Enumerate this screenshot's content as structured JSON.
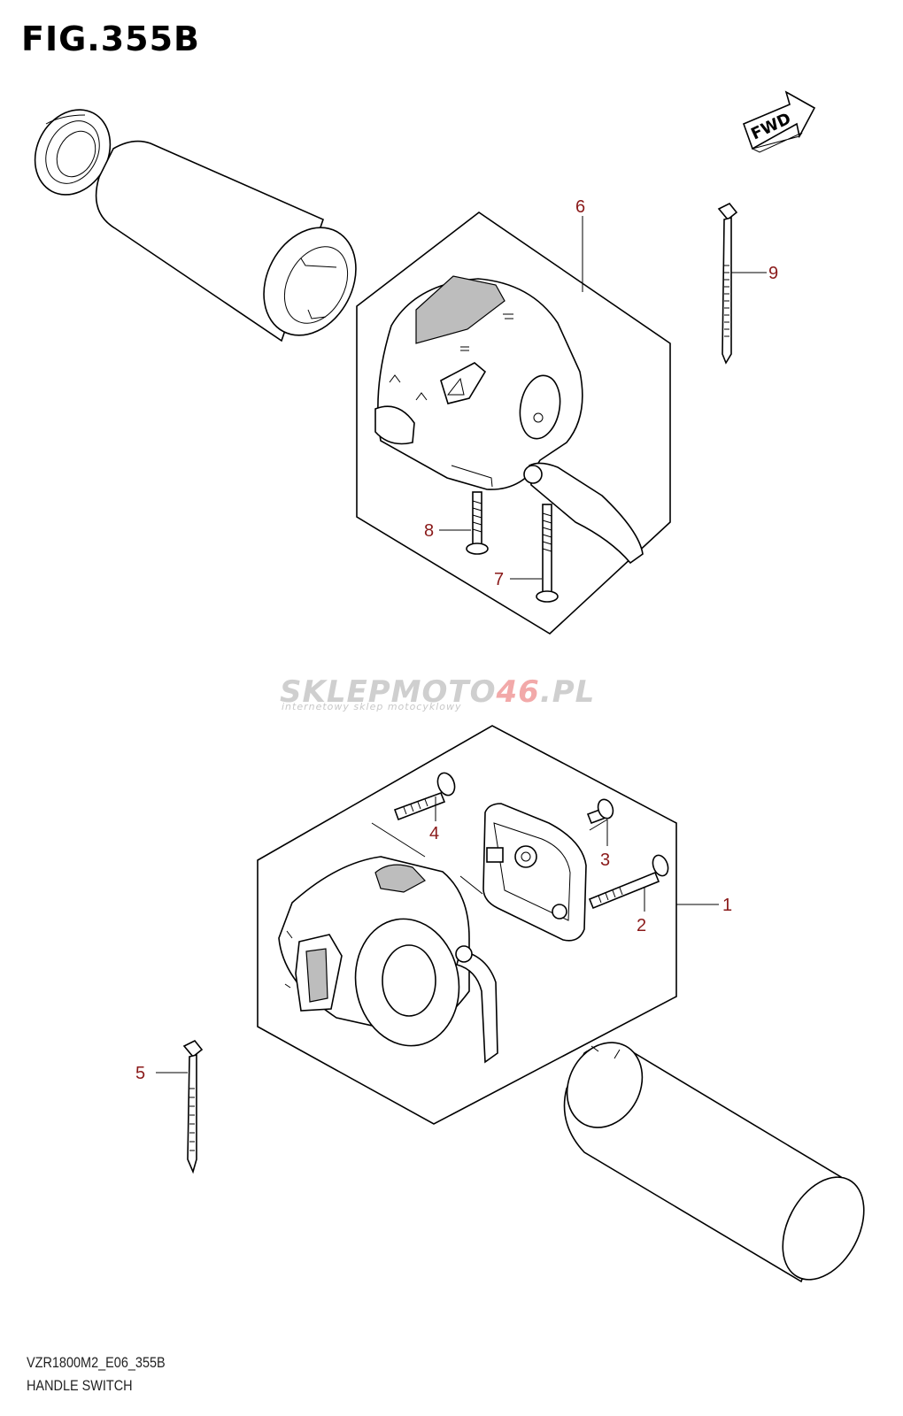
{
  "figure": {
    "title": "FIG.355B",
    "overlay_code": "FIG.355B"
  },
  "direction_badge": {
    "label": "FWD"
  },
  "watermark": {
    "brand_gray": "SKLEPMOTO",
    "brand_red": "46",
    "brand_tld": ".PL",
    "tagline": "internetowy sklep motocyklowy",
    "colors": {
      "gray": "#cfcfcf",
      "red": "#f2a9a9"
    }
  },
  "callouts": [
    {
      "number": "1"
    },
    {
      "number": "2"
    },
    {
      "number": "3"
    },
    {
      "number": "4"
    },
    {
      "number": "5"
    },
    {
      "number": "6"
    },
    {
      "number": "7"
    },
    {
      "number": "8"
    },
    {
      "number": "9"
    }
  ],
  "footer": {
    "model_code": "VZR1800M2_E06_355B",
    "caption": "HANDLE SWITCH"
  },
  "colors": {
    "callout": "#8a1a1a",
    "line": "#000000"
  }
}
